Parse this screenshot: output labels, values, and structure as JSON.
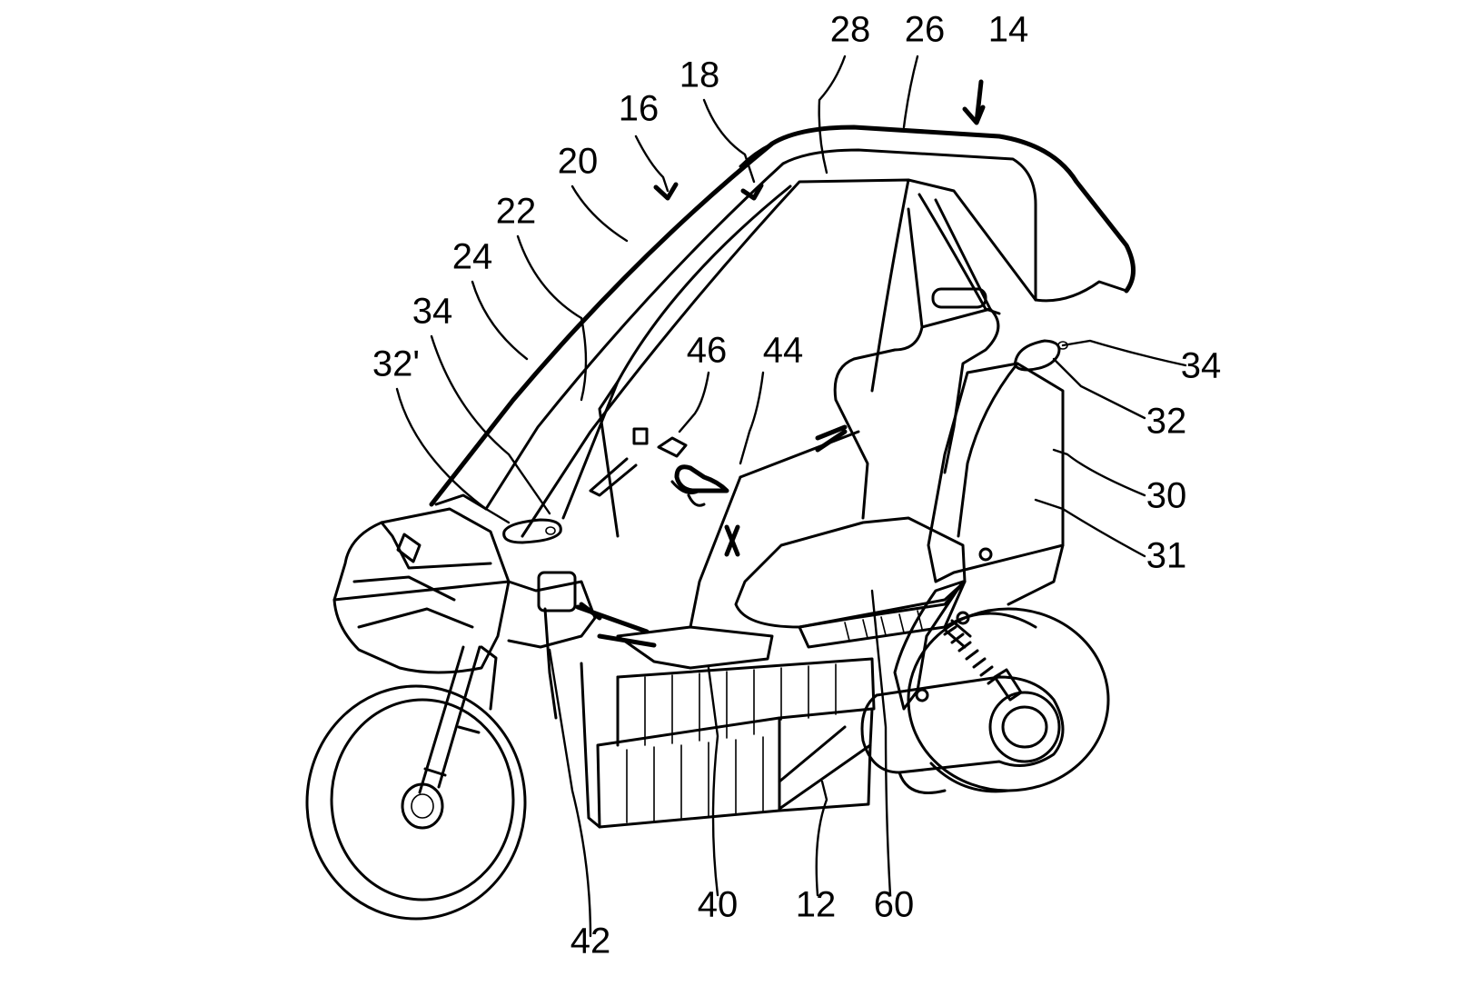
{
  "figure": {
    "reference_numerals": {
      "r12": "12",
      "r14": "14",
      "r16": "16",
      "r18": "18",
      "r20": "20",
      "r22": "22",
      "r24": "24",
      "r26": "26",
      "r28": "28",
      "r30": "30",
      "r31": "31",
      "r32": "32",
      "r32p": "32'",
      "r34a": "34",
      "r34b": "34",
      "r40": "40",
      "r42": "42",
      "r44": "44",
      "r46": "46",
      "r60": "60"
    }
  }
}
